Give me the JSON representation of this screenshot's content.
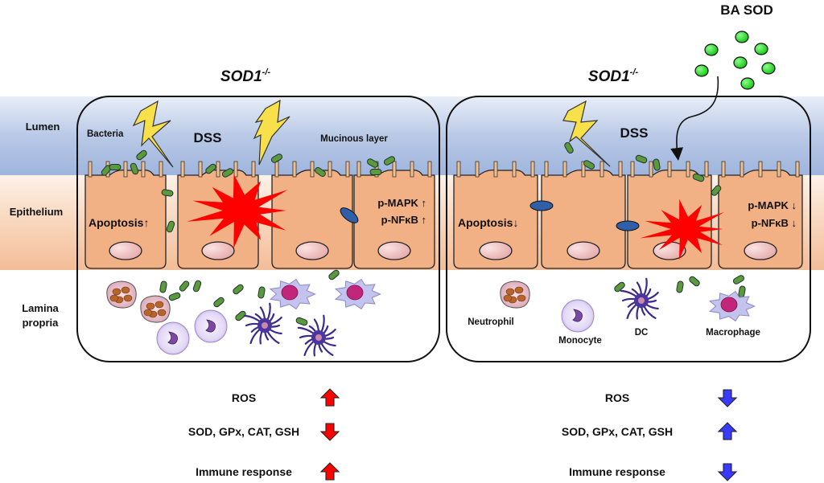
{
  "layers": {
    "lumen": "Lumen",
    "epithelium": "Epithelium",
    "lamina_1": "Lamina",
    "lamina_2": "propria"
  },
  "left_panel": {
    "title": "SOD1",
    "title_sup": "-/-",
    "bacteria_label": "Bacteria",
    "dss_label": "DSS",
    "mucinous_label": "Mucinous layer",
    "apoptosis": "Apoptosis↑",
    "pmapk": "p-MAPK ↑",
    "pnfkb": "p-NFκB ↑"
  },
  "right_panel": {
    "title": "SOD1",
    "title_sup": "-/-",
    "treatment": "BA SOD",
    "dss_label": "DSS",
    "apoptosis": "Apoptosis↓",
    "pmapk": "p-MAPK ↓",
    "pnfkb": "p-NFκB ↓",
    "cells": {
      "neutrophil": "Neutrophil",
      "monocyte": "Monocyte",
      "dc": "DC",
      "macrophage": "Macrophage"
    }
  },
  "summary": {
    "left": [
      {
        "label": "ROS",
        "direction": "up",
        "color": "#ff0000"
      },
      {
        "label": "SOD, GPx, CAT, GSH",
        "direction": "down",
        "color": "#ff0000"
      },
      {
        "label": "Immune response",
        "direction": "up",
        "color": "#ff0000"
      }
    ],
    "right": [
      {
        "label": "ROS",
        "direction": "down",
        "color": "#3a3aff"
      },
      {
        "label": "SOD, GPx, CAT, GSH",
        "direction": "up",
        "color": "#3a3aff"
      },
      {
        "label": "Immune response",
        "direction": "down",
        "color": "#3a3aff"
      }
    ]
  },
  "colors": {
    "cell_fill": "#f2b184",
    "bacteria": "#5a9a3c",
    "sod_particle": "#22dd22",
    "burst": "#ff0000",
    "bolt": "#f7e04a",
    "junction": "#2f5fa8"
  }
}
